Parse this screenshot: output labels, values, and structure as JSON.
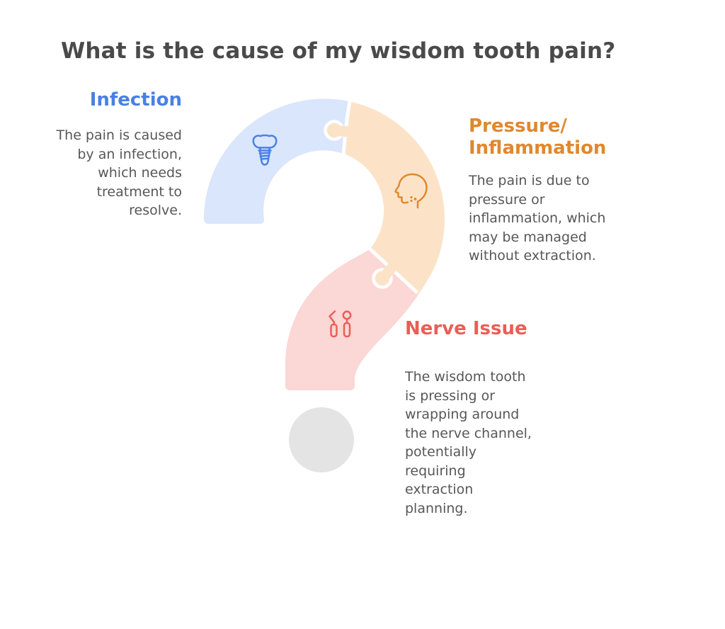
{
  "title": "What is the cause of my wisdom tooth pain?",
  "sections": {
    "infection": {
      "heading": "Infection",
      "body": "The pain is caused\nby an infection,\nwhich needs\ntreatment to\nresolve.",
      "heading_color": "#4a80e4",
      "icon": "dental-implant-icon",
      "piece_color": "#d9e6fc"
    },
    "pressure": {
      "heading": "Pressure/\nInflammation",
      "body": "The pain is due to\npressure or\ninflammation, which\nmay be managed\nwithout extraction.",
      "heading_color": "#e0882e",
      "icon": "head-jaw-pain-icon",
      "piece_color": "#fce3c8"
    },
    "nerve": {
      "heading": "Nerve Issue",
      "body": "The wisdom tooth\nis pressing or\nwrapping around\nthe nerve channel,\npotentially\nrequiring\nextraction\nplanning.",
      "heading_color": "#ea5e57",
      "icon": "dental-tools-icon",
      "piece_color": "#fbd7d5"
    }
  },
  "question_mark": {
    "dot_color": "#e4e4e4",
    "seam_color": "#ffffff"
  },
  "text_color": "#575757",
  "title_color": "#4a4a4a"
}
